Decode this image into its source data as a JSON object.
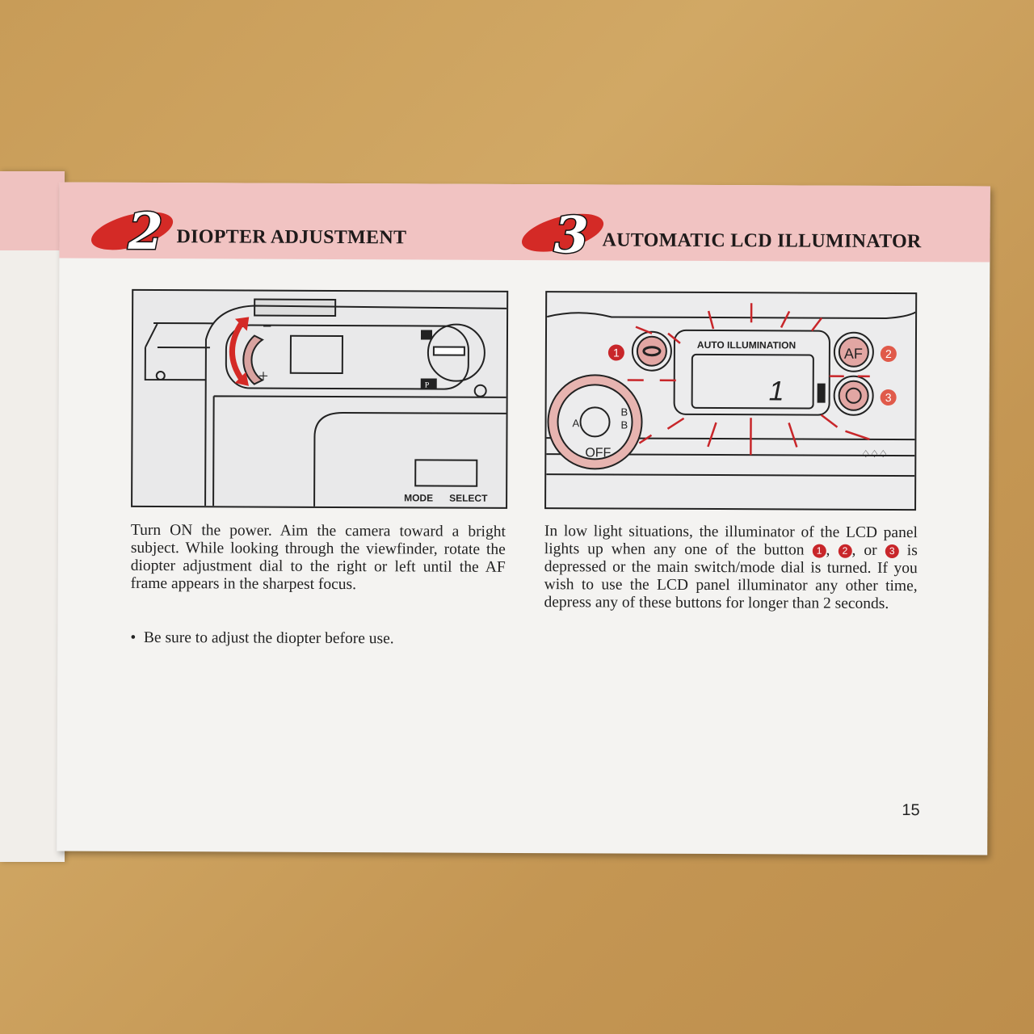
{
  "sections": [
    {
      "number": "2",
      "title": "DIOPTER ADJUSTMENT",
      "body": "Turn ON the power. Aim the camera toward a bright subject. While looking through the viewfinder, rotate the diopter adjustment dial to the right or left until the AF frame appears in the sharpest focus.",
      "bullet": "Be sure to adjust the diopter before use.",
      "figure": {
        "plus": "+",
        "minus": "−",
        "mode_label": "MODE",
        "select_label": "SELECT",
        "p_label": "P"
      }
    },
    {
      "number": "3",
      "title": "AUTOMATIC LCD ILLUMINATOR",
      "body_parts": [
        "In low light situations, the illuminator of the LCD panel lights up when any one of the button ",
        ", ",
        ", or ",
        " is depressed or the main switch/mode dial is turned. If you wish to use the LCD panel illuminator any other time, depress any of these buttons for longer than 2 seconds."
      ],
      "callouts": [
        "1",
        "2",
        "3"
      ],
      "figure": {
        "lcd_label": "AUTO ILLUMINATION",
        "lcd_value": "1",
        "af_button": "AF",
        "dial_off": "OFF",
        "dial_a": "A",
        "dial_b": "B",
        "dial_b2": "B"
      }
    }
  ],
  "page_number": "15",
  "colors": {
    "accent": "#c8262a",
    "band": "#f1c3c2"
  }
}
